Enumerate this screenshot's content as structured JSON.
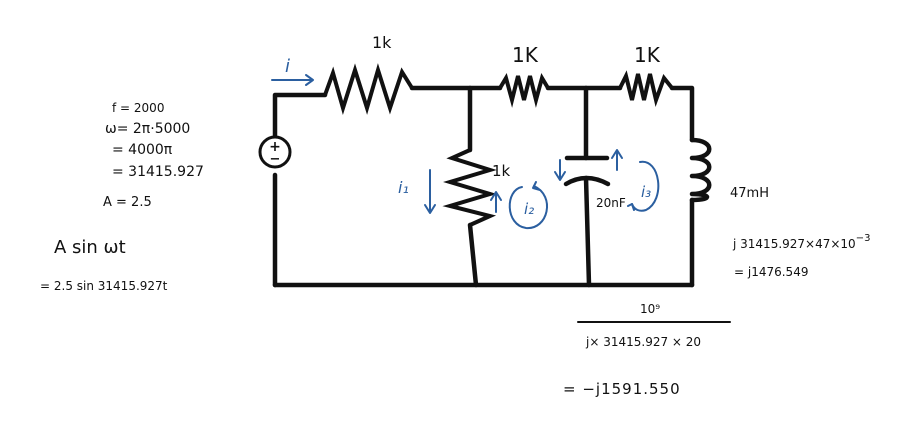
{
  "labels": {
    "r1": "1k",
    "r3": "1K",
    "r4": "1K",
    "r2": "1k",
    "cap": "20nF",
    "ind": "47mH",
    "src_plus": "+",
    "src_minus": "−",
    "cur_i": "i",
    "cur_i1": "i₁",
    "cur_i2": "i₂",
    "cur_i3": "i₃"
  },
  "notes_left": {
    "f": "f = 2000",
    "w1": "ω= 2π·5000",
    "w2": "= 4000π",
    "w3": "= 31415.927",
    "a": "A = 2.5",
    "asin": "A sin ωt",
    "asin2": "= 2.5 sin 31415.927t"
  },
  "notes_right": {
    "xl1": "j 31415.927×47×10",
    "xl1_exp": "−3",
    "xl2": "= j1476.549",
    "num": "10⁹",
    "den": "j× 31415.927 × 20",
    "xc": "= −j1591.550"
  },
  "colors": {
    "ink": "#111111",
    "blue": "#2b5fa0"
  }
}
